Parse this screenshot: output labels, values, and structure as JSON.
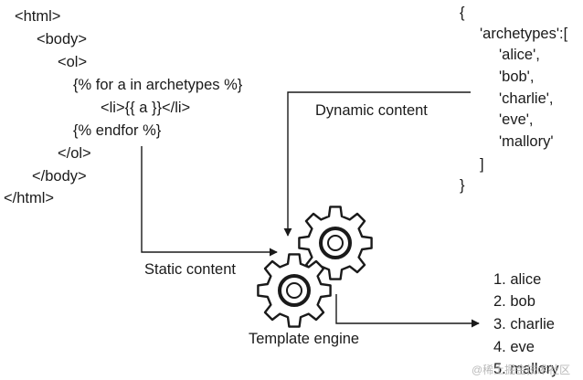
{
  "template": {
    "lines": [
      "<html>",
      "<body>",
      "<ol>",
      "{% for a in archetypes %}",
      "<li>{{ a }}</li>",
      "{% endfor %}",
      "</ol>",
      "</body>",
      "</html>"
    ]
  },
  "data_json": {
    "lines": [
      "{",
      "'archetypes':[",
      "'alice',",
      "'bob',",
      "'charlie',",
      "'eve',",
      "'mallory'",
      "]",
      "}"
    ]
  },
  "labels": {
    "dynamic_content": "Dynamic content",
    "static_content": "Static content",
    "template_engine": "Template engine"
  },
  "output": {
    "items": [
      "1. alice",
      "2. bob",
      "3. charlie",
      "4. eve",
      "5. mallory"
    ]
  },
  "watermark": "@稀土掘金技术社区"
}
